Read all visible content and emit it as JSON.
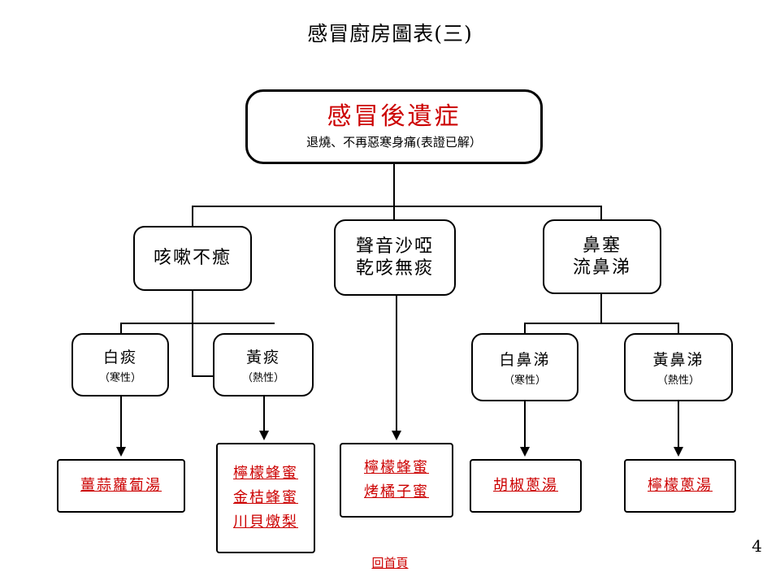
{
  "slide": {
    "title": "感冒廚房圖表(三)",
    "page_number": "4",
    "home_link": "回首頁"
  },
  "colors": {
    "accent_red": "#cc0000",
    "text_black": "#000000",
    "background": "#ffffff"
  },
  "root": {
    "title": "感冒後遺症",
    "subtitle": "退燒、不再惡寒身痛(表證已解）"
  },
  "symptoms": [
    {
      "name": "cough",
      "line1": "咳嗽不癒",
      "line2": ""
    },
    {
      "name": "voice",
      "line1": "聲音沙啞",
      "line2": "乾咳無痰"
    },
    {
      "name": "nose",
      "line1": "鼻塞",
      "line2": "流鼻涕"
    }
  ],
  "subtypes": [
    {
      "name": "phlegm-white",
      "label": "白痰",
      "note": "（寒性）"
    },
    {
      "name": "phlegm-yellow",
      "label": "黃痰",
      "note": "（熱性）"
    },
    {
      "name": "mucus-white",
      "label": "白鼻涕",
      "note": "（寒性）"
    },
    {
      "name": "mucus-yellow",
      "label": "黃鼻涕",
      "note": "（熱性）"
    }
  ],
  "remedies": {
    "ginger": {
      "lines": [
        "薑蒜蘿蔔湯"
      ]
    },
    "yellow_phlegm": {
      "lines": [
        "檸檬蜂蜜",
        "金桔蜂蜜",
        "川貝燉梨"
      ]
    },
    "dry_cough": {
      "lines": [
        "檸檬蜂蜜",
        "烤橘子蜜"
      ]
    },
    "white_mucus": {
      "lines": [
        "胡椒蔥湯"
      ]
    },
    "yellow_mucus": {
      "lines": [
        "檸檬蔥湯"
      ]
    }
  }
}
